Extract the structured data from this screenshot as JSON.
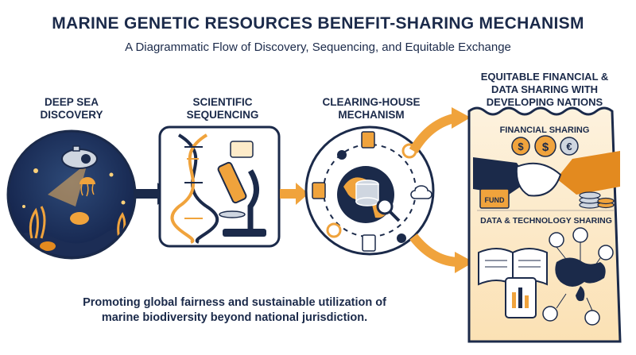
{
  "title": "MARINE GENETIC RESOURCES BENEFIT-SHARING MECHANISM",
  "subtitle": "A Diagrammatic Flow of Discovery, Sequencing, and Equitable Exchange",
  "stages": {
    "discovery": {
      "line1": "DEEP SEA",
      "line2": "DISCOVERY"
    },
    "sequencing": {
      "line1": "SCIENTIFIC",
      "line2": "SEQUENCING"
    },
    "clearing": {
      "line1": "CLEARING-HOUSE",
      "line2": "MECHANISM"
    },
    "sharing": {
      "line1": "EQUITABLE FINANCIAL &",
      "line2": "DATA SHARING WITH",
      "line3": "DEVELOPING NATIONS"
    }
  },
  "panels": {
    "financial_label": "FINANCIAL SHARING",
    "fund_label": "FUND",
    "data_label": "DATA & TECHNOLOGY SHARING"
  },
  "currency": {
    "euro": "€",
    "dollar": "$"
  },
  "footer": {
    "line1": "Promoting global fairness and sustainable utilization of",
    "line2": "marine biodiversity beyond national jurisdiction."
  },
  "colors": {
    "navy": "#1b2a4a",
    "orange": "#f0a33c",
    "deep_orange": "#e38a1f",
    "cream": "#fdebc9"
  }
}
